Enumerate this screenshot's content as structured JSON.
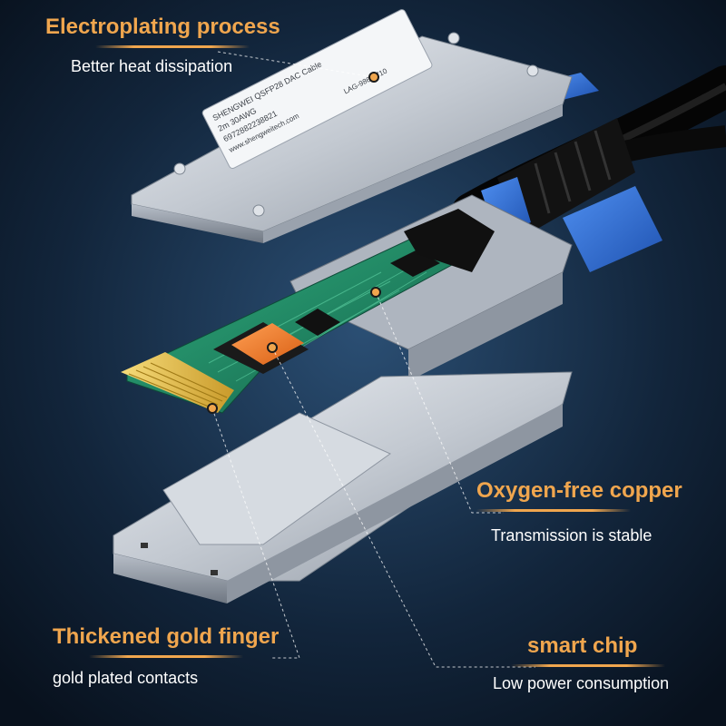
{
  "callouts": {
    "electroplating": {
      "title": "Electroplating process",
      "subtitle": "Better heat dissipation"
    },
    "copper": {
      "title": "Oxygen-free copper",
      "subtitle": "Transmission is stable"
    },
    "gold_finger": {
      "title": "Thickened gold finger",
      "subtitle": "gold plated contacts"
    },
    "chip": {
      "title": "smart chip",
      "subtitle": "Low power consumption"
    }
  },
  "label_plate": {
    "lines": [
      "SHENGWEI QSFP28 DAC Cable",
      "2m 30AWG",
      "6972882238821",
      "www.shengweitech.com",
      "LAG-986-0710"
    ]
  },
  "colors": {
    "accent": "#f0a64e",
    "text": "#ffffff",
    "background": "#0e1a2a",
    "pcb": "#1f8f6a",
    "chip": "#f07a22",
    "gold": "#e9c24a",
    "cable": "#121212",
    "latch": "#2f6fd6",
    "metal": "#c9ced6"
  }
}
